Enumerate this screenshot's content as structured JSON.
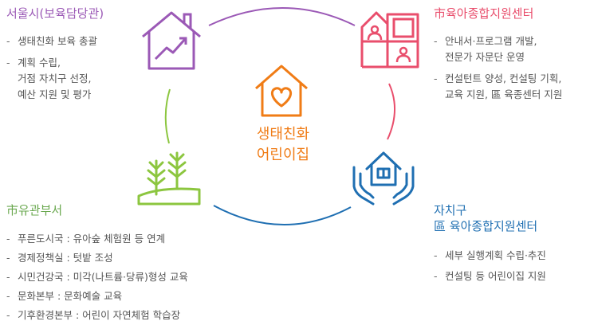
{
  "center": {
    "line1": "생태친화",
    "line2": "어린이집"
  },
  "nodes": {
    "seoul": {
      "title": "서울시(보육담당관)",
      "color": "#9b59b6",
      "icon": "house-growth-chart-icon",
      "items": [
        {
          "lines": [
            "생태친화 보육 총괄"
          ]
        },
        {
          "lines": [
            "계획 수립,",
            "거점 자치구 선정,",
            "예산 지원 및 평가"
          ]
        }
      ]
    },
    "city_center": {
      "title": "市육아종합지원센터",
      "color": "#e94e6c",
      "icon": "building-people-icon",
      "items": [
        {
          "lines": [
            "안내서·프로그램 개발,",
            "전문가 자문단 운영"
          ]
        },
        {
          "lines": [
            "컨설턴트 양성, 컨설팅 기획,",
            "교육 지원, 區 육종센터 지원"
          ]
        }
      ]
    },
    "city_departments": {
      "title": "市유관부서",
      "color": "#6aa84f",
      "icon": "forest-trees-icon",
      "items": [
        {
          "lines": [
            "푸른도시국 : 유아숲 체험원 등 연계"
          ]
        },
        {
          "lines": [
            "경제정책실 : 텃밭 조성"
          ]
        },
        {
          "lines": [
            "시민건강국 : 미각(나트륨·당류)형성 교육"
          ]
        },
        {
          "lines": [
            "문화본부 : 문화예술 교육"
          ]
        },
        {
          "lines": [
            "기후환경본부 : 어린이 자연체험 학습장"
          ]
        }
      ]
    },
    "district": {
      "title_line1": "자치구",
      "title_line2": "區 육아종합지원센터",
      "color": "#1f6fb2",
      "icon": "hands-holding-house-icon",
      "items": [
        {
          "lines": [
            "세부 실행계획 수립·추진"
          ]
        },
        {
          "lines": [
            "컨설팅 등 어린이집 지원"
          ]
        }
      ]
    }
  },
  "colors": {
    "center": "#f07c16",
    "arc_top": "#9b59b6",
    "arc_right": "#e94e6c",
    "arc_bottom": "#1f6fb2",
    "arc_left": "#8cc63f"
  }
}
